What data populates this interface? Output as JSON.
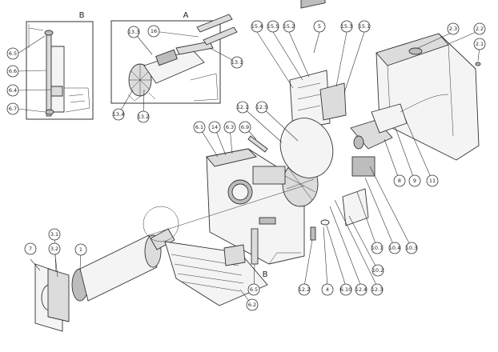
{
  "insets": [
    {
      "id": "B",
      "letter": "B"
    },
    {
      "id": "A",
      "letter": "A"
    }
  ],
  "detail_marker": {
    "letter": "B"
  },
  "callouts": [
    {
      "id": "c6-5-top",
      "label": "6.5"
    },
    {
      "id": "c6-6",
      "label": "6.6"
    },
    {
      "id": "c6-4",
      "label": "6.4"
    },
    {
      "id": "c6-7",
      "label": "6.7"
    },
    {
      "id": "c13-3",
      "label": "13.3"
    },
    {
      "id": "c16",
      "label": "16"
    },
    {
      "id": "c13-1",
      "label": "13.1"
    },
    {
      "id": "c13-4",
      "label": "13.4"
    },
    {
      "id": "c13-2",
      "label": "13.2"
    },
    {
      "id": "c15-4",
      "label": "15.4"
    },
    {
      "id": "c15-5",
      "label": "15.5"
    },
    {
      "id": "c15-2",
      "label": "15.2"
    },
    {
      "id": "c5",
      "label": "5"
    },
    {
      "id": "c15-3",
      "label": "15.3"
    },
    {
      "id": "c15-1",
      "label": "15.1"
    },
    {
      "id": "c2-3",
      "label": "2.3"
    },
    {
      "id": "c2-2",
      "label": "2.2"
    },
    {
      "id": "c2-1",
      "label": "2.1"
    },
    {
      "id": "c12-1",
      "label": "12.1"
    },
    {
      "id": "c12-5",
      "label": "12.5"
    },
    {
      "id": "c6-9",
      "label": "6.9"
    },
    {
      "id": "c6-1",
      "label": "6.1"
    },
    {
      "id": "c14",
      "label": "14"
    },
    {
      "id": "c6-3",
      "label": "6.3"
    },
    {
      "id": "c8",
      "label": "8"
    },
    {
      "id": "c9",
      "label": "9"
    },
    {
      "id": "c11",
      "label": "11"
    },
    {
      "id": "c3-1",
      "label": "3.1"
    },
    {
      "id": "c7",
      "label": "7"
    },
    {
      "id": "c3-2",
      "label": "3.2"
    },
    {
      "id": "c1",
      "label": "1"
    },
    {
      "id": "c10-1",
      "label": "10.1"
    },
    {
      "id": "c10-4",
      "label": "10.4"
    },
    {
      "id": "c10-3",
      "label": "10.3"
    },
    {
      "id": "c10-2",
      "label": "10.2"
    },
    {
      "id": "c6-5",
      "label": "6.5"
    },
    {
      "id": "c12-2",
      "label": "12.2"
    },
    {
      "id": "c4",
      "label": "4"
    },
    {
      "id": "c6-10",
      "label": "6.10"
    },
    {
      "id": "c12-4",
      "label": "12.4"
    },
    {
      "id": "c12-3",
      "label": "12.3"
    },
    {
      "id": "c6-2",
      "label": "6.2"
    }
  ]
}
